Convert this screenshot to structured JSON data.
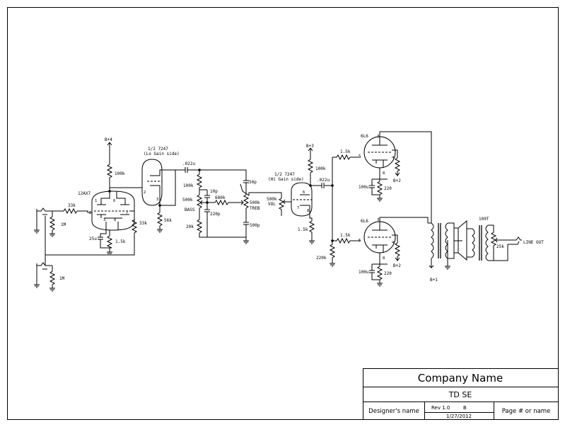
{
  "labels": {
    "b4": "B+4",
    "b3": "B+3",
    "b2a": "B+2",
    "b2b": "B+2",
    "b1": "B+1",
    "v1_name": "12AX7",
    "v2_name_a": "1/2 7247",
    "v2_name_b": "(Lo Gain side)",
    "v3_name_a": "1/2 7247",
    "v3_name_b": "(Hi Gain side)",
    "v4_name": "6L6",
    "v5_name": "6L6",
    "ot_name": "109T",
    "line_out": "LINE OUT",
    "r33k_in": "33k",
    "r1m_a": "1M",
    "r1m_b": "1M",
    "r100k_a": "100k",
    "r33k_b": "33k",
    "c25u": "25u",
    "r1_5k_a": "1.5k",
    "r56k": "56k",
    "c022_a": ".022u",
    "r100k_b": "100k",
    "c10p": "10p",
    "r680k": "680k",
    "c50p": "50p",
    "pot_bass_val": "500k",
    "pot_bass": "BASS",
    "c220p": "220p",
    "r20k": "20k",
    "pot_treb_val": "500k",
    "pot_treb": "TREB",
    "c500p": "500p",
    "pot_vol_val": "500k",
    "pot_vol": "VOL",
    "r100k_c": "100k",
    "c022_b": ".022u",
    "r1_5k_b": "1.5k",
    "r220k": "220k",
    "r1_5k_c": "1.5k",
    "c100u_a": "100u",
    "r220_a": "220",
    "r1_5k_d": "1.5k",
    "c100u_b": "100u",
    "r220_b": "220",
    "r25k": "25k"
  },
  "pins": {
    "v1": [
      "1",
      "6",
      "2",
      "7",
      "3",
      "8"
    ],
    "v2": [
      "2",
      "3"
    ],
    "v3": [
      "6",
      "7",
      "8"
    ],
    "v4": [
      "3",
      "5",
      "4",
      "8"
    ],
    "v5": [
      "3",
      "5",
      "4",
      "8"
    ]
  },
  "title_block": {
    "company": "Company Name",
    "title": "TD SE",
    "designer": "Designer's name",
    "rev": "Rev 1.0",
    "rev_letter": "B",
    "date": "1/27/2012",
    "page": "Page # or name"
  }
}
